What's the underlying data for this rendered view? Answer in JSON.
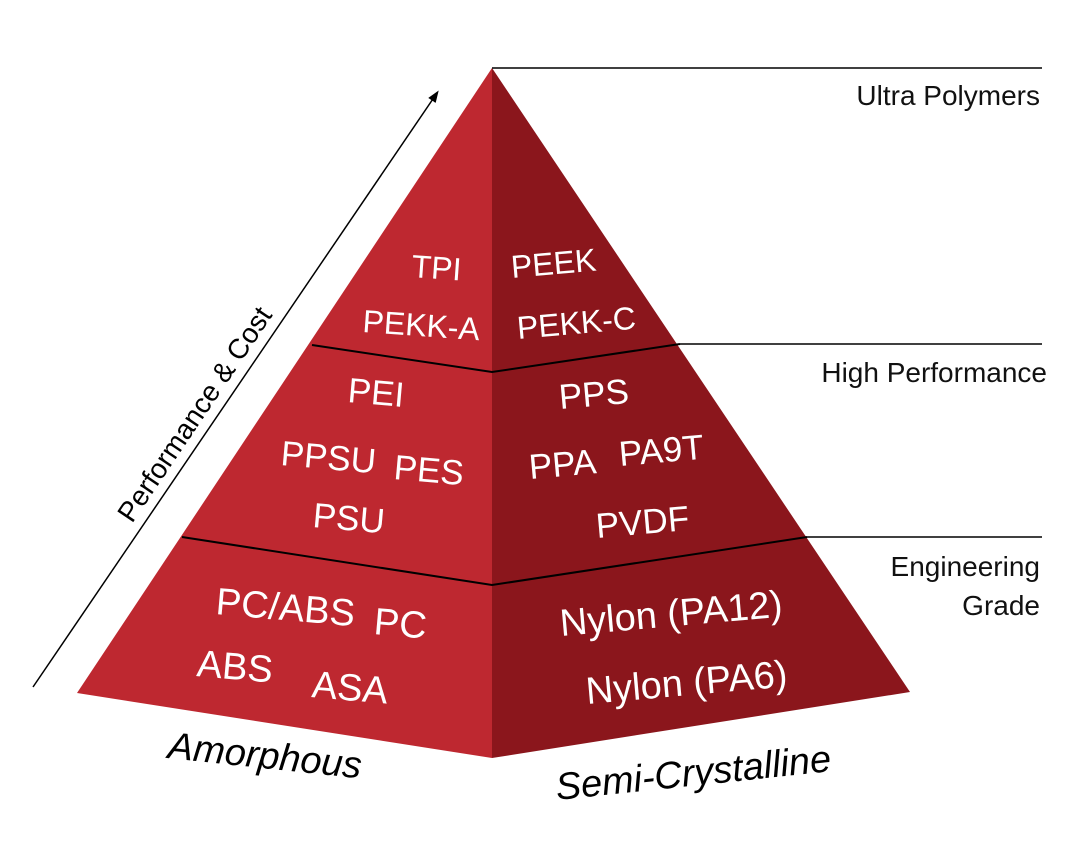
{
  "axis_label": "Performance & Cost",
  "tiers": {
    "ultra": "Ultra Polymers",
    "high": "High Performance",
    "engineering_line1": "Engineering",
    "engineering_line2": "Grade"
  },
  "base_labels": {
    "left": "Amorphous",
    "right": "Semi-Crystalline"
  },
  "materials": {
    "top_left": [
      "TPI",
      "PEKK-A"
    ],
    "top_right": [
      "PEEK",
      "PEKK-C"
    ],
    "mid_left": [
      "PEI",
      "PPSU",
      "PES",
      "PSU"
    ],
    "mid_right": [
      "PPS",
      "PPA",
      "PA9T",
      "PVDF"
    ],
    "bottom_left": [
      "PC/ABS",
      "PC",
      "ABS",
      "ASA"
    ],
    "bottom_right": [
      "Nylon (PA12)",
      "Nylon (PA6)"
    ]
  },
  "colors": {
    "left_face": "#BE2830",
    "right_face": "#8B161C",
    "outline": "#000000",
    "text_on_face": "#FFFFFF"
  }
}
